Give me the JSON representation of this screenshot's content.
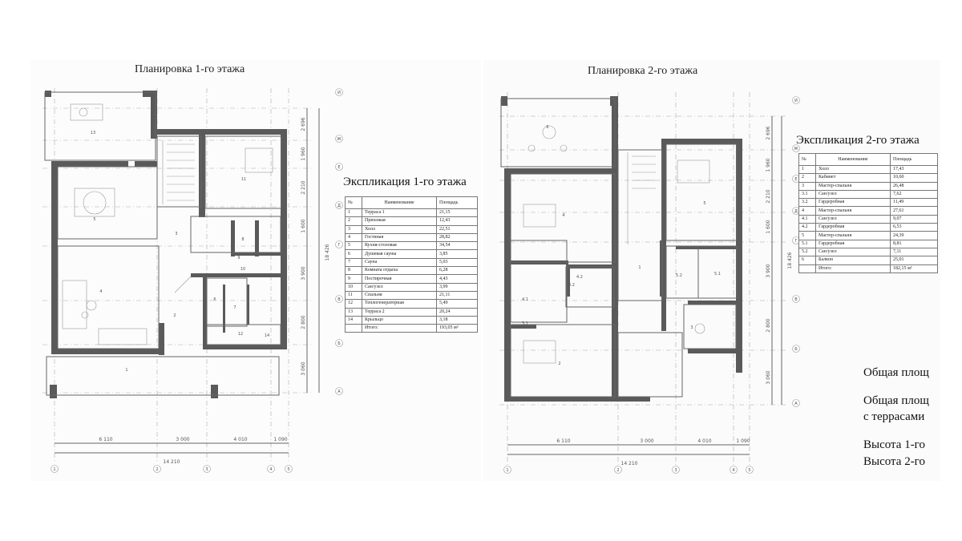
{
  "floor1": {
    "title": "Планировка 1-го этажа",
    "explication": {
      "title": "Экспликация 1-го этажа",
      "headers": {
        "no": "№",
        "name": "Наименование",
        "area": "Площадь"
      },
      "rows": [
        {
          "no": "1",
          "name": "Терраса 1",
          "area": "21,15"
        },
        {
          "no": "2",
          "name": "Прихожая",
          "area": "12,43"
        },
        {
          "no": "3",
          "name": "Холл",
          "area": "22,51"
        },
        {
          "no": "4",
          "name": "Гостиная",
          "area": "28,82"
        },
        {
          "no": "5",
          "name": "Кухня-столовая",
          "area": "34,54"
        },
        {
          "no": "6",
          "name": "Душевая сауны",
          "area": "3,85"
        },
        {
          "no": "7",
          "name": "Сауна",
          "area": "5,03"
        },
        {
          "no": "8",
          "name": "Комната отдыха",
          "area": "6,28"
        },
        {
          "no": "9",
          "name": "Постирочная",
          "area": "4,43"
        },
        {
          "no": "10",
          "name": "Сан/узел",
          "area": "3,99"
        },
        {
          "no": "11",
          "name": "Спальня",
          "area": "21,11"
        },
        {
          "no": "12",
          "name": "Теплогенераторная",
          "area": "5,49"
        },
        {
          "no": "13",
          "name": "Терраса 2",
          "area": "20,24"
        },
        {
          "no": "14",
          "name": "Крыльцо",
          "area": "3,18"
        }
      ],
      "total_label": "Итого:",
      "total_value": "193,05 м²"
    },
    "dims": {
      "bottom_segments": [
        "6 110",
        "3 000",
        "4 010",
        "1 090"
      ],
      "bottom_total": "14 210",
      "right_segments": [
        "2 696",
        "1 960",
        "2 210",
        "1 600",
        "3 900",
        "2 800",
        "3 060"
      ],
      "right_total": "18 426",
      "axis_bubbles_bottom": [
        "1",
        "2",
        "3",
        "4",
        "5"
      ],
      "axis_bubbles_right": [
        "И",
        "Ж",
        "Е",
        "Д",
        "Г",
        "В",
        "Б",
        "А"
      ]
    },
    "room_labels": [
      "13",
      "5",
      "11",
      "3",
      "8",
      "9",
      "10",
      "4",
      "6",
      "7",
      "2",
      "12",
      "14",
      "1"
    ]
  },
  "floor2": {
    "title": "Планировка 2-го этажа",
    "explication": {
      "title": "Экспликация 2-го этажа",
      "headers": {
        "no": "№",
        "name": "Наименование",
        "area": "Площадь"
      },
      "rows": [
        {
          "no": "1",
          "name": "Холл",
          "area": "17,43"
        },
        {
          "no": "2",
          "name": "Кабинет",
          "area": "10,60"
        },
        {
          "no": "3",
          "name": "Мастер-спальня",
          "area": "26,48"
        },
        {
          "no": "3.1",
          "name": "Сан/узел",
          "area": "7,62"
        },
        {
          "no": "3.2",
          "name": "Гардеробная",
          "area": "11,49"
        },
        {
          "no": "4",
          "name": "Мастер-спальня",
          "area": "27,61"
        },
        {
          "no": "4.1",
          "name": "Сан/узел",
          "area": "9,07"
        },
        {
          "no": "4.2",
          "name": "Гардеробная",
          "area": "6,53"
        },
        {
          "no": "5",
          "name": "Мастер-спальня",
          "area": "24,39"
        },
        {
          "no": "5.1",
          "name": "Гардеробная",
          "area": "8,81"
        },
        {
          "no": "5.2",
          "name": "Сан/узел",
          "area": "7,11"
        },
        {
          "no": "6",
          "name": "Балкон",
          "area": "25,01"
        }
      ],
      "total_label": "Итого:",
      "total_value": "182,15 м²"
    },
    "dims": {
      "bottom_segments": [
        "6 110",
        "3 000",
        "4 010",
        "1 090"
      ],
      "bottom_total": "14 210",
      "right_segments": [
        "2 696",
        "1 960",
        "2 210",
        "1 600",
        "3 900",
        "2 800",
        "3 060"
      ],
      "right_total": "18 426",
      "axis_bubbles_bottom": [
        "1",
        "2",
        "3",
        "4",
        "5"
      ],
      "axis_bubbles_right": [
        "И",
        "Ж",
        "Е",
        "Д",
        "Г",
        "В",
        "Б",
        "А"
      ]
    },
    "room_labels": [
      "6",
      "5",
      "4",
      "1",
      "3.2",
      "4.1",
      "4.2",
      "3.1",
      "5.1",
      "5.2",
      "3",
      "2"
    ]
  },
  "notes": [
    "Общая площ",
    "Общая площ",
    "с террасами",
    "Высота 1-го",
    "Высота 2-го"
  ]
}
